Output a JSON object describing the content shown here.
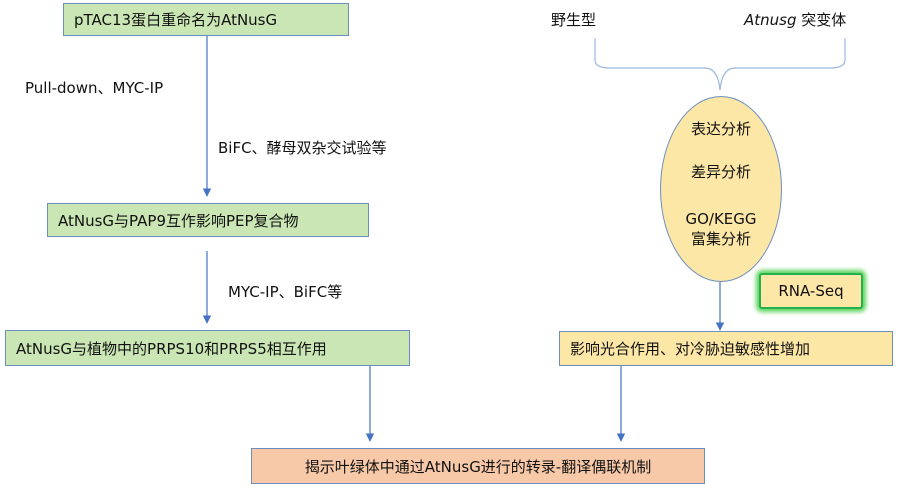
{
  "left_flow": {
    "step1": "pTAC13蛋白重命名为AtNusG",
    "method1a": "Pull-down、MYC-IP",
    "method1b": "BiFC、酵母双杂交试验等",
    "step2": "AtNusG与PAP9互作影响PEP复合物",
    "method2": "MYC-IP、BiFC等",
    "step3": "AtNusG与植物中的PRPS10和PRPS5相互作用"
  },
  "right_flow": {
    "wild_type": "野生型",
    "mutant_name": "Atnusg",
    "mutant_suffix": "突变体",
    "analysis": [
      "表达分析",
      "差异分析",
      "GO/KEGG",
      "富集分析"
    ],
    "rna_seq": "RNA-Seq",
    "result": "影响光合作用、对冷胁迫敏感性增加"
  },
  "conclusion": "揭示叶绿体中通过AtNusG进行的转录-翻译偶联机制",
  "colors": {
    "green_fill": "#c9e6b4",
    "yellow_fill": "#fde7a6",
    "orange_fill": "#f8c9a8",
    "arrow": "#4472c4",
    "glow": "#22b14c"
  }
}
